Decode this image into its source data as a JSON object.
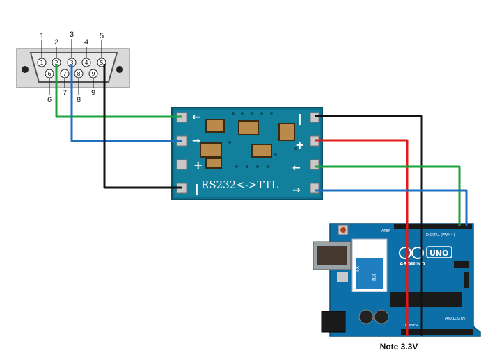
{
  "db9": {
    "top_pins": [
      "1",
      "2",
      "3",
      "4",
      "5"
    ],
    "bottom_pins": [
      "6",
      "7",
      "8",
      "9"
    ]
  },
  "module": {
    "label": "RS232<->TTL",
    "right_markings": [
      "|",
      "+",
      "←",
      "→"
    ],
    "left_markings": [
      "←",
      "→",
      "+",
      "|"
    ]
  },
  "arduino": {
    "logo": "ARDUINO",
    "model": "UNO",
    "digital_label": "DIGITAL (PWM~)",
    "analog_label": "ANALOG IN",
    "power_label": "POWER",
    "tx_label": "TX",
    "rx_label": "RX",
    "aref_label": "AREF"
  },
  "wires": {
    "colors": {
      "green": "#19a33b",
      "blue": "#1f6fbf",
      "black": "#111111",
      "red": "#e01b1b"
    }
  },
  "note": "Note 3.3V"
}
